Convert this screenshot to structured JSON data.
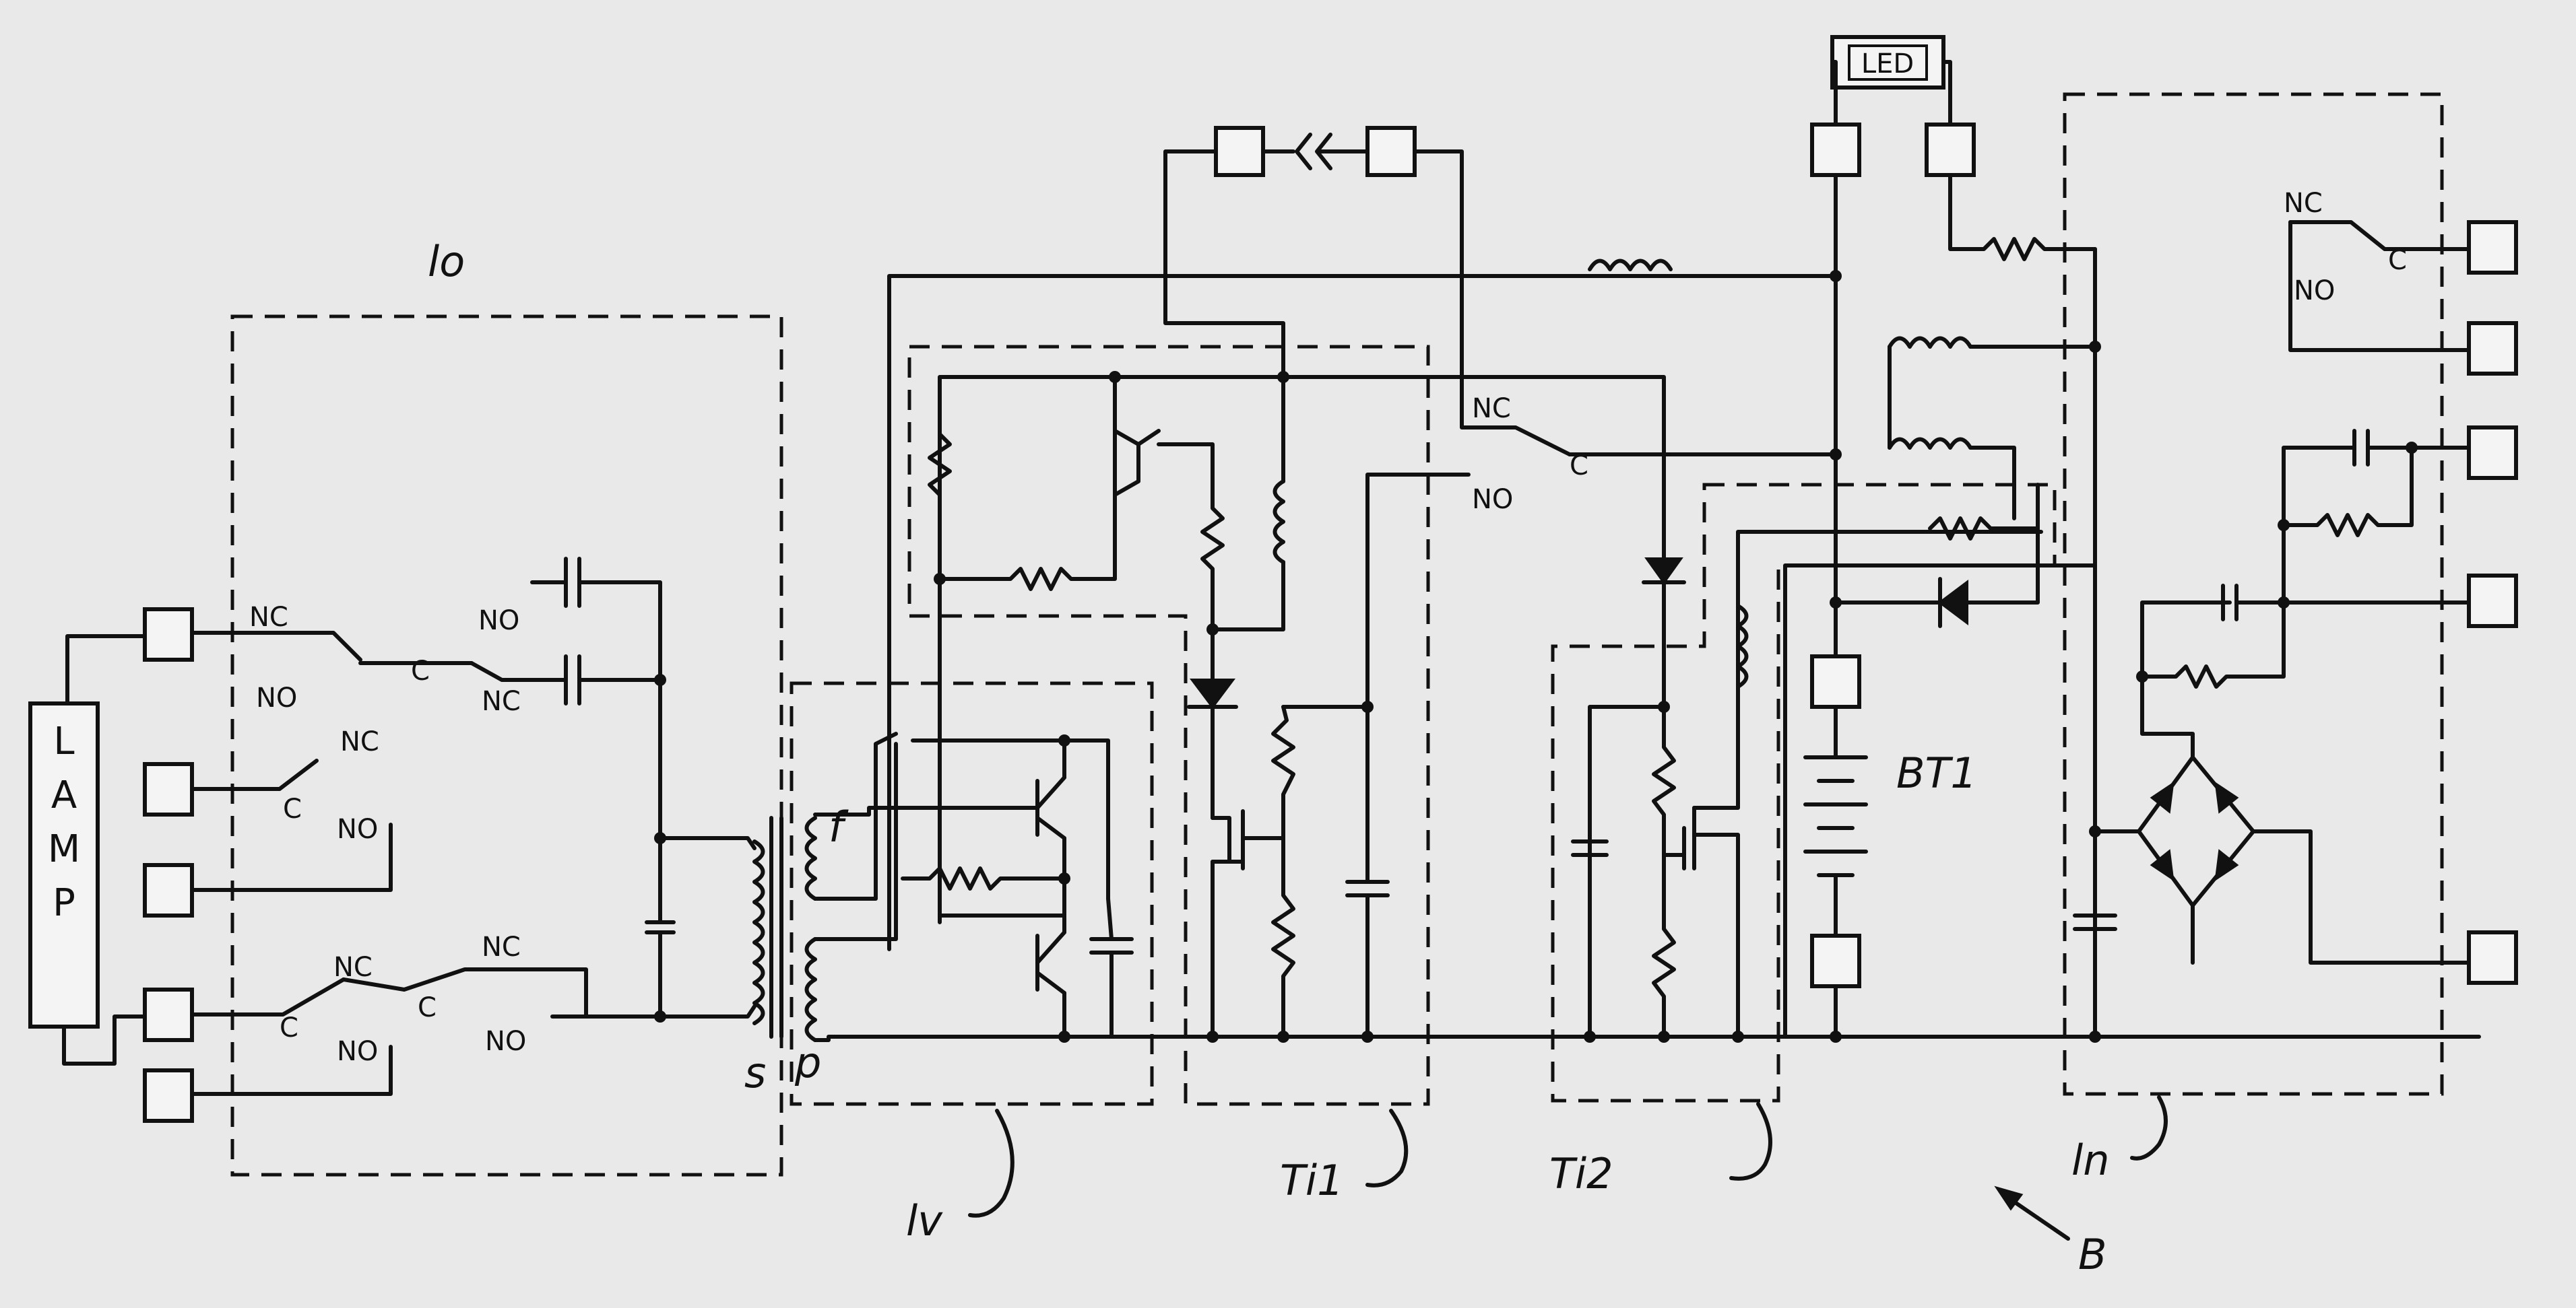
{
  "diagram": {
    "blocks": {
      "block_lo": "lo",
      "block_lv": "lv",
      "block_ti1": "Ti1",
      "block_ti2": "Ti2",
      "block_ln": "ln"
    },
    "assembly_label": "B",
    "components": {
      "lamp": [
        "L",
        "A",
        "M",
        "P"
      ],
      "led": "LED",
      "battery": "BT1"
    },
    "switch_labels": {
      "nc": "NC",
      "no": "NO",
      "c": "C"
    },
    "transformer_labels": {
      "p": "p",
      "s": "s",
      "f": "f"
    }
  }
}
